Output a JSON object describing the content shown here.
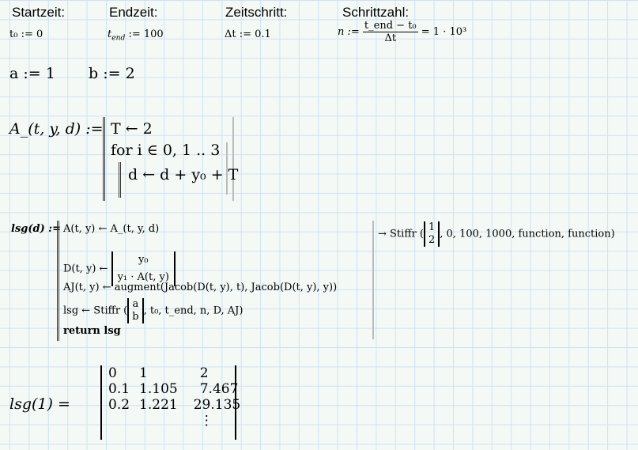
{
  "headings": [
    "Startzeit:",
    "Endzeit:",
    "Zeitschritt:",
    "Schrittzahl:"
  ],
  "defs": {
    "t0": "t₀ := 0",
    "tend_name": "t",
    "tend_sub": "end",
    "tend_val": ":= 100",
    "dt": "Δt := 0.1",
    "n_lhs": "n :=",
    "n_num": "t_end − t₀",
    "n_den": "Δt",
    "n_res": "= 1 · 10³"
  },
  "ab": {
    "a": "a := 1",
    "b": "b := 2"
  },
  "func_A": {
    "lhs": "A_(t, y, d) :=",
    "l1": "T ← 2",
    "l2": "for i ∈ 0, 1 .. 3",
    "l3": "d ← d + y₀ + T"
  },
  "func_lsg": {
    "lhs": "lsg(d) :=",
    "l1": "A(t, y) ← A_(t, y, d)",
    "l2_lhs": "D(t, y) ←",
    "l2_m1": "y₀",
    "l2_m2": "y₁ · A(t, y)",
    "l3": "AJ(t, y) ← augment(Jacob(D(t, y), t), Jacob(D(t, y), y))",
    "l4_a": "lsg ← Stiffr",
    "l4_m1": "a",
    "l4_m2": "b",
    "l4_b": ", t₀, t_end, n, D, AJ",
    "l5": "return lsg"
  },
  "symbolic": {
    "prefix": "→ Stiffr",
    "m1": "1",
    "m2": "2",
    "rest": ", 0, 100, 1000, function, function"
  },
  "result": {
    "lhs": "lsg(1) =",
    "rows": [
      [
        "0",
        "1",
        "2"
      ],
      [
        "0.1",
        "1.105",
        "7.467"
      ],
      [
        "0.2",
        "1.221",
        "29.135"
      ],
      [
        "",
        "",
        "⋮"
      ]
    ]
  }
}
